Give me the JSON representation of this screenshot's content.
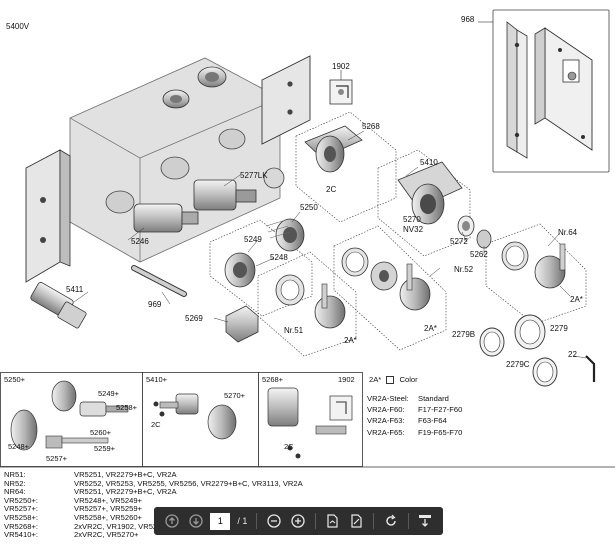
{
  "document": {
    "model": "5400V",
    "callouts": {
      "c968": "968",
      "c1902": "1902",
      "c5268": "5268",
      "c5410": "5410",
      "c5277LK": "5277LK",
      "c2C_a": "2C",
      "c5270": "5270",
      "cNV32": "NV32",
      "c5250": "5250",
      "cNr64": "Nr.64",
      "c5246": "5246",
      "c5249": "5249",
      "c5248": "5248",
      "c5272": "5272",
      "c5262": "5262",
      "cNr52": "Nr.52",
      "c5411": "5411",
      "c969": "969",
      "c5269": "5269",
      "cNr51": "Nr.51",
      "c2A_a": "2A*",
      "c2A_b": "2A*",
      "c2A_c": "2A*",
      "c2279B": "2279B",
      "c2279": "2279",
      "c2279C": "2279C",
      "c22": "22"
    },
    "detail_boxes": {
      "box1": {
        "title": "5250+",
        "items": [
          "5249+",
          "5258+",
          "5248+",
          "5260+",
          "5259+",
          "5257+"
        ]
      },
      "box2": {
        "title": "5410+",
        "items": [
          "5270+",
          "2C"
        ]
      },
      "box3": {
        "title": "5268+",
        "title2": "1902",
        "items": [
          "2C"
        ]
      }
    },
    "legend": {
      "header_symbol": "2A*",
      "header_label": "Color",
      "rows": [
        {
          "code": "VR2A-Steel:",
          "value": "Standard"
        },
        {
          "code": "VR2A-F60:",
          "value": "F17-F27-F60"
        },
        {
          "code": "VR2A-F63:",
          "value": "F63-F64"
        },
        {
          "code": "VR2A-F65:",
          "value": "F19-F65-F70"
        }
      ]
    },
    "parts_table": [
      {
        "key": "NR51:",
        "value": "VR5251, VR2279+B+C, VR2A"
      },
      {
        "key": "NR52:",
        "value": "VR5252, VR5253, VR5255, VR5256, VR2279+B+C, VR3113, VR2A"
      },
      {
        "key": "NR64:",
        "value": "VR5251, VR2279+B+C, VR2A"
      },
      {
        "key": "VR5250+:",
        "value": "VR5248+, VR5249+"
      },
      {
        "key": "VR5257+:",
        "value": "VR5257+, VR5259+"
      },
      {
        "key": "VR5258+:",
        "value": "VR5258+, VR5260+"
      },
      {
        "key": "VR5268+:",
        "value": "2xVR2C, VR1902, VR5268"
      },
      {
        "key": "VR5410+:",
        "value": "2xVR2C, VR5270+"
      }
    ]
  },
  "toolbar": {
    "page_current": "1",
    "page_total": "/ 1",
    "icons": [
      "prev-page-icon",
      "next-page-icon",
      "zoom-out-icon",
      "zoom-in-icon",
      "fit-page-icon",
      "fit-width-icon",
      "rotate-icon",
      "download-icon"
    ]
  }
}
